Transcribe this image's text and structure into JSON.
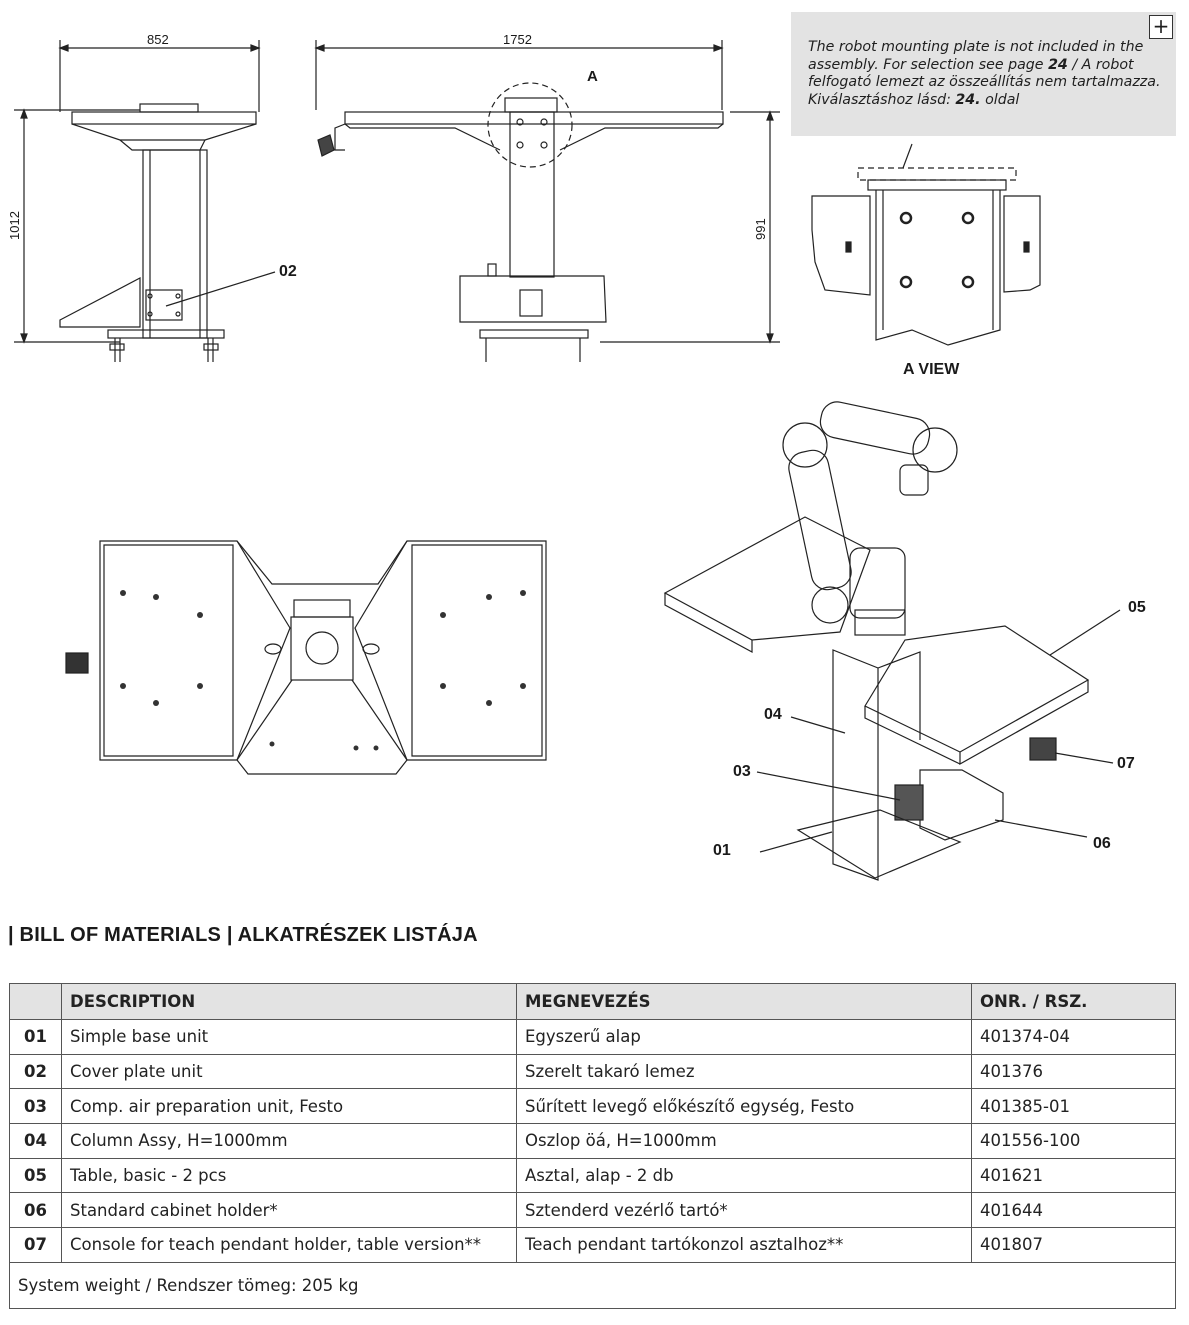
{
  "drawing": {
    "dims": {
      "width_front": "852",
      "width_side": "1752",
      "height_front": "1012",
      "height_side": "991"
    },
    "view_marker": "A",
    "view_title": "A VIEW",
    "callouts": [
      "01",
      "02",
      "03",
      "04",
      "05",
      "06",
      "07"
    ]
  },
  "note": {
    "line1": "The robot mounting plate is not included in the",
    "line2a": "assembly. For selection see page ",
    "page": "24",
    "line2b": " / A robot",
    "line3": "felfogató lemezt az összeállítás nem tartalmazza.",
    "line4a": "Kiválasztáshoz lásd: ",
    "page_hu": "24.",
    "line4b": " oldal",
    "expand_symbol": "+"
  },
  "bom": {
    "title": "| BILL OF MATERIALS | ALKATRÉSZEK LISTÁJA",
    "headers": {
      "number": "",
      "description": "DESCRIPTION",
      "megnevezes": "MEGNEVEZÉS",
      "code": "ONR. / RSZ."
    },
    "rows": [
      {
        "no": "01",
        "desc": "Simple base unit",
        "hu": "Egyszerű alap",
        "code": "401374-04"
      },
      {
        "no": "02",
        "desc": "Cover plate unit",
        "hu": "Szerelt takaró lemez",
        "code": "401376"
      },
      {
        "no": "03",
        "desc": "Comp. air preparation unit, Festo",
        "hu": "Sűrített levegő előkészítő egység, Festo",
        "code": "401385-01"
      },
      {
        "no": "04",
        "desc": "Column Assy, H=1000mm",
        "hu": "Oszlop öá, H=1000mm",
        "code": "401556-100"
      },
      {
        "no": "05",
        "desc": "Table, basic - 2 pcs",
        "hu": "Asztal, alap -  2 db",
        "code": "401621"
      },
      {
        "no": "06",
        "desc": "Standard cabinet holder*",
        "hu": "Sztenderd vezérlő tartó*",
        "code": "401644"
      },
      {
        "no": "07",
        "desc": "Console for teach pendant holder, table version**",
        "hu": "Teach pendant tartókonzol asztalhoz**",
        "code": "401807"
      }
    ],
    "footer": "System weight / Rendszer tömeg: 205 kg"
  }
}
